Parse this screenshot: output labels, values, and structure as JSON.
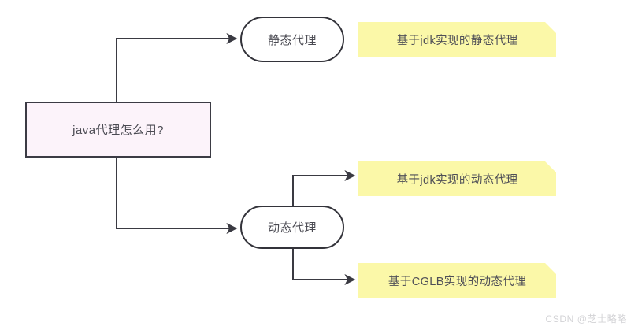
{
  "diagram": {
    "root": {
      "label": "java代理怎么用?",
      "fill": "#fcf3fa",
      "stroke": "#3b3b44"
    },
    "nodes": [
      {
        "id": "static",
        "label": "静态代理",
        "shape": "rounded-rect"
      },
      {
        "id": "dynamic",
        "label": "动态代理",
        "shape": "rounded-rect"
      }
    ],
    "notes": [
      {
        "id": "note-0",
        "label": "基于jdk实现的静态代理",
        "fill": "#fbf8a8",
        "from": "static"
      },
      {
        "id": "note-1",
        "label": "基于jdk实现的动态代理",
        "fill": "#fbf8a8",
        "from": "dynamic"
      },
      {
        "id": "note-2",
        "label": "基于CGLB实现的动态代理",
        "fill": "#fbf8a8",
        "from": "dynamic"
      }
    ],
    "edges": [
      {
        "from": "root",
        "to": "static"
      },
      {
        "from": "root",
        "to": "dynamic"
      },
      {
        "from": "dynamic",
        "to": "note-1"
      },
      {
        "from": "dynamic",
        "to": "note-2"
      },
      {
        "from": "static",
        "to": "note-0"
      }
    ],
    "edge_color": "#3a3a42"
  },
  "watermark": {
    "text": "CSDN @芝士略略"
  }
}
